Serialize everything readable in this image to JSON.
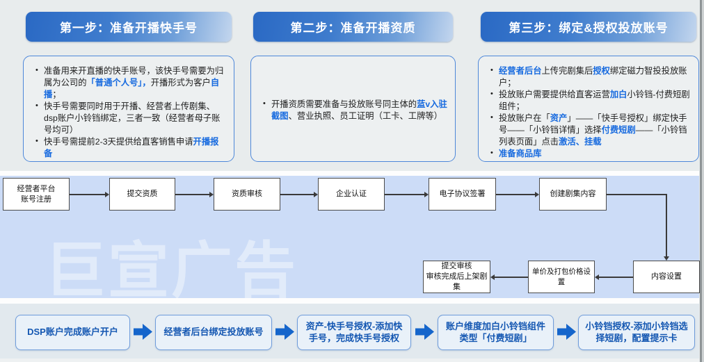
{
  "steps": [
    {
      "title": "第一步：准备开播快手号",
      "bullets": [
        [
          {
            "t": "准备用来开直播的快手账号，该快手号需要为归属为公司的"
          },
          {
            "t": "「普通个人号」，",
            "hl": true
          },
          {
            "t": "开播形式为客户"
          },
          {
            "t": "自播",
            "hl": true
          },
          {
            "t": "；"
          }
        ],
        [
          {
            "t": "快手号需要同时用于开播、经营者上传剧集、dsp账户小铃铛绑定，三者一致（经营者母子账号均可）"
          }
        ],
        [
          {
            "t": "快手号需提前2-3天提供给直客销售申请"
          },
          {
            "t": "开播报备",
            "hl": true
          }
        ]
      ]
    },
    {
      "title": "第二步：准备开播资质",
      "bullets": [
        [
          {
            "t": "开播资质需要准备与投放账号同主体的"
          },
          {
            "t": "蓝v入驻截图",
            "hl": true
          },
          {
            "t": "、营业执照、员工证明（工卡、工牌等）"
          }
        ]
      ]
    },
    {
      "title": "第三步：绑定&授权投放账号",
      "bullets": [
        [
          {
            "t": "经营者后台",
            "hl": true
          },
          {
            "t": "上传完剧集后"
          },
          {
            "t": "授权",
            "hl": true
          },
          {
            "t": "绑定磁力智投投放账户；"
          }
        ],
        [
          {
            "t": "投放账户需要提供给直客运营"
          },
          {
            "t": "加白",
            "hl": true
          },
          {
            "t": "小铃铛-付费短剧组件；"
          }
        ],
        [
          {
            "t": "投放账户在「"
          },
          {
            "t": "资产",
            "hl": true
          },
          {
            "t": "」——「快手号授权」绑定快手号——「小铃铛详情」选择"
          },
          {
            "t": "付费短剧",
            "hl": true
          },
          {
            "t": "——「小铃铛列表页面」点击"
          },
          {
            "t": "激活、挂载",
            "hl": true
          }
        ],
        [
          {
            "t": "准备商品库",
            "hl": true
          }
        ]
      ]
    }
  ],
  "flowchart": {
    "nodes": [
      {
        "label": "经营者平台\n账号注册"
      },
      {
        "label": "提交资质"
      },
      {
        "label": "资质审核"
      },
      {
        "label": "企业认证"
      },
      {
        "label": "电子协议签署"
      },
      {
        "label": "创建剧集内容"
      },
      {
        "label": "内容设置"
      },
      {
        "label": "单价及打包价格设置"
      },
      {
        "label": "提交审核\n审核完成后上架剧集"
      }
    ],
    "flow_order": "经营者平台账号注册 → 提交资质 → 资质审核 → 企业认证 → 电子协议签署 → 创建剧集内容 → 内容设置 → 单价及打包价格设置 → 提交审核 审核完成后上架剧集"
  },
  "watermark": "巨宣广告",
  "bottom_flow": {
    "items": [
      {
        "label": "DSP账户完成账户开户"
      },
      {
        "label": "经营者后台绑定投放账号"
      },
      {
        "label": "资产-快手号授权-添加快手号，完成快手号授权"
      },
      {
        "label": "账户维度加白小铃铛组件类型「付费短剧」"
      },
      {
        "label": "小铃铛授权-添加小铃铛选择短剧，配置提示卡"
      }
    ]
  },
  "colors": {
    "header_gradient_start": "#2a69c4",
    "header_gradient_end": "#c3d6ee",
    "accent_blue": "#176adf",
    "body_text": "#1d1d1d",
    "top_bg": "#e8eced",
    "card_border": "#4d87d9",
    "mid_bg": "#ccdcf7",
    "flow_box_bg": "#ffffff",
    "flow_box_border": "#4a4a4a",
    "bottom_bg": "#e2e9ee",
    "bottom_box_bg": "#e9f1f9",
    "bottom_box_border": "#6f9cdb",
    "bottom_box_text": "#1457b2",
    "block_arrow": "#1565cb"
  }
}
